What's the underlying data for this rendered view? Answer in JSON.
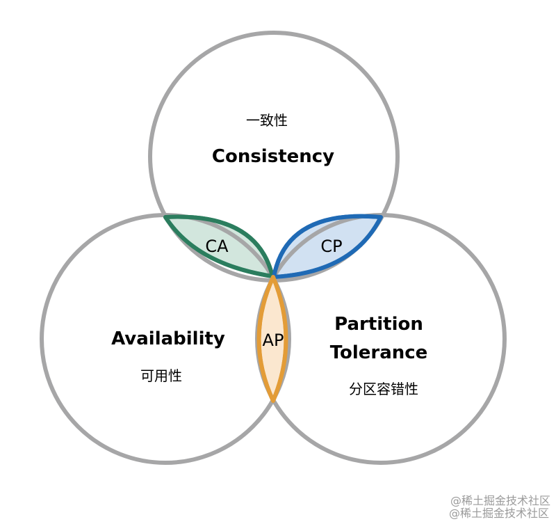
{
  "diagram": {
    "consistency": {
      "cn": "一致性",
      "en": "Consistency"
    },
    "availability": {
      "cn": "可用性",
      "en": "Availability"
    },
    "partition": {
      "cn": "分区容错性",
      "en_line1": "Partition",
      "en_line2": "Tolerance"
    },
    "pairs": {
      "ca": "CA",
      "cp": "CP",
      "ap": "AP"
    },
    "colors": {
      "circle_stroke": "#a6a6a7",
      "ca_stroke": "#2b7d5e",
      "ca_fill": "#d2e6dd",
      "cp_stroke": "#1f6ab5",
      "cp_fill": "#d1e1f2",
      "ap_stroke": "#e39c37",
      "ap_fill": "#fbe7cf"
    }
  },
  "watermark": {
    "line1": "@稀土掘金技术社区",
    "line2": "@稀土掘金技术社区"
  }
}
